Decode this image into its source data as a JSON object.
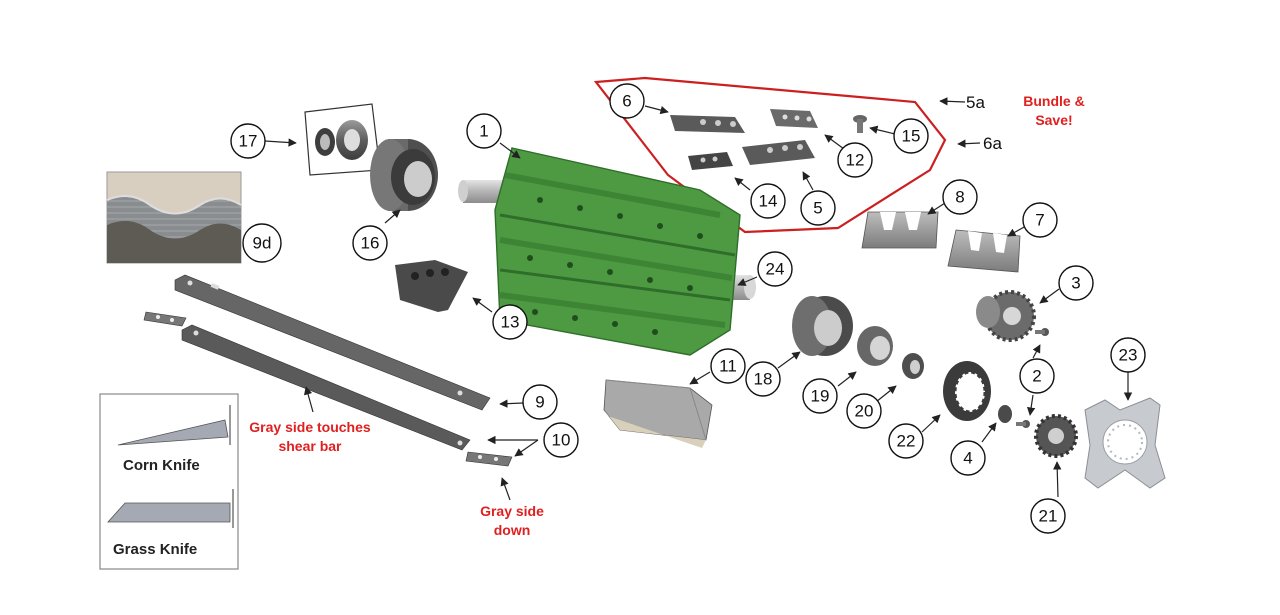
{
  "callouts": [
    "1",
    "2",
    "3",
    "4",
    "5",
    "6",
    "7",
    "8",
    "9",
    "10",
    "11",
    "12",
    "13",
    "14",
    "15",
    "16",
    "17",
    "18",
    "19",
    "20",
    "21",
    "22",
    "23",
    "24",
    "9d"
  ],
  "labels": {
    "kit_5a": "5a",
    "kit_6a": "6a"
  },
  "notes": {
    "bundle_line1": "Bundle &",
    "bundle_line2": "Save!",
    "gray_touch_line1": "Gray side touches",
    "gray_touch_line2": "shear bar",
    "gray_down_line1": "Gray side",
    "gray_down_line2": "down"
  },
  "legend": {
    "corn_knife": "Corn Knife",
    "grass_knife": "Grass Knife"
  },
  "colors": {
    "rotor_green": "#4e9a42",
    "rotor_dark": "#2f6e2a",
    "metal_gray": "#6d6d6d",
    "note_red": "#e02020",
    "bundle_outline": "#cc1f1f"
  }
}
